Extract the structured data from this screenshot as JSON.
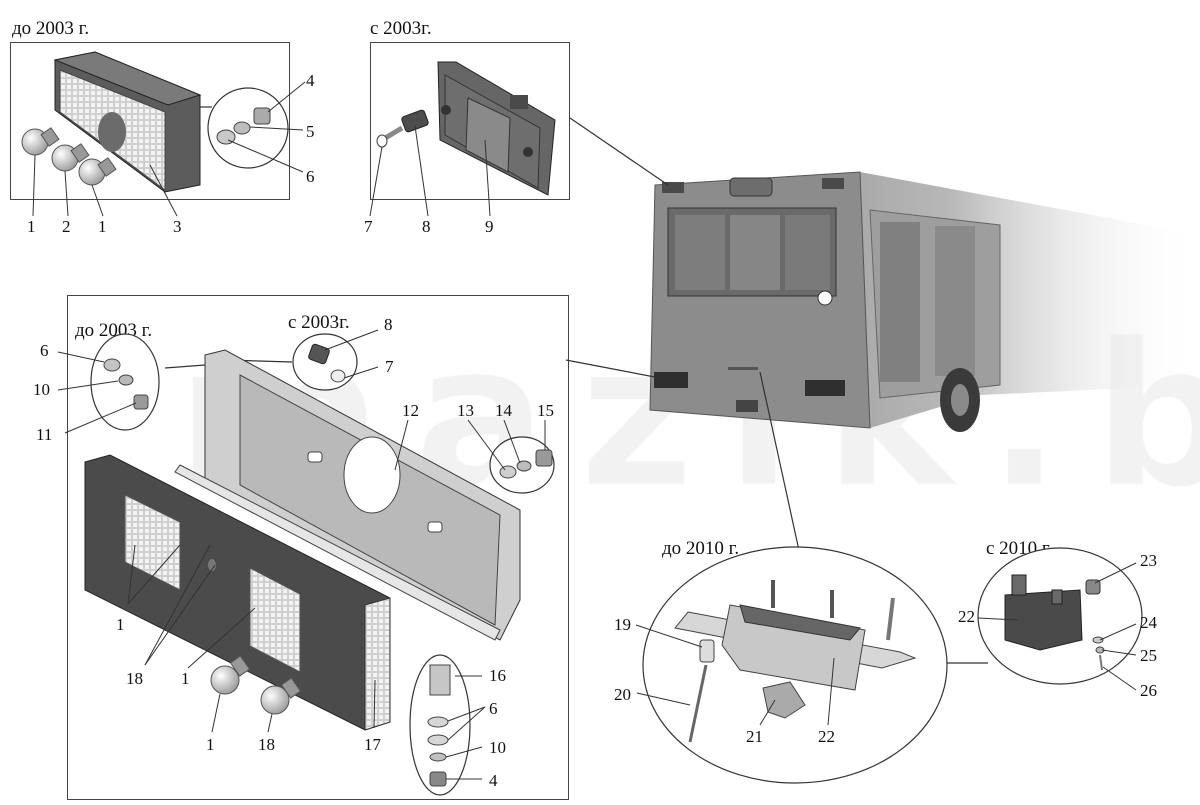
{
  "captions": {
    "lamp_before_2003": "до 2003 г.",
    "lamp_after_2003": "с 2003г.",
    "bracket_before_2003": "до 2003 г.",
    "bracket_after_2003": "с 2003г.",
    "holder_before_2010": "до 2010 г.",
    "holder_after_2010": "с 2010 г."
  },
  "callouts": {
    "panel_a": [
      "1",
      "2",
      "1",
      "3",
      "4",
      "5",
      "6"
    ],
    "panel_b": [
      "7",
      "8",
      "9"
    ],
    "panel_c": [
      "6",
      "10",
      "11",
      "8",
      "7",
      "12",
      "13",
      "14",
      "15",
      "1",
      "18",
      "1",
      "1",
      "18",
      "17",
      "16",
      "6",
      "10",
      "4"
    ],
    "panel_d": [
      "19",
      "20",
      "21",
      "22"
    ],
    "panel_e": [
      "22",
      "23",
      "24",
      "25",
      "26"
    ]
  },
  "watermark": "mazik.by",
  "colors": {
    "line": "#333333",
    "part_dark": "#5a5a5a",
    "part_mid": "#9a9a9a",
    "part_light": "#d4d4d4",
    "bus_body": "#8f8f8f",
    "watermark": "#e0e0e0"
  }
}
